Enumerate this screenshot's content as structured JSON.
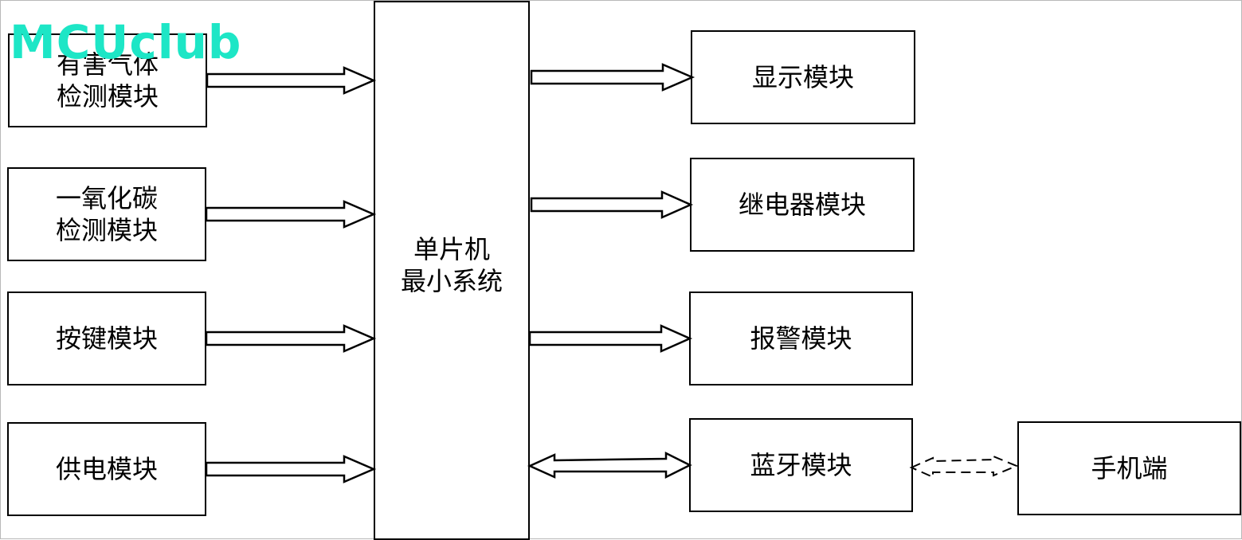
{
  "watermark": "MCUclub",
  "inputs": [
    {
      "line1": "有害气体",
      "line2": "检测模块"
    },
    {
      "line1": "一氧化碳",
      "line2": "检测模块"
    },
    {
      "line1": "按键模块",
      "line2": ""
    },
    {
      "line1": "供电模块",
      "line2": ""
    }
  ],
  "mcu": {
    "line1": "单片机",
    "line2": "最小系统"
  },
  "outputs": [
    {
      "label": "显示模块"
    },
    {
      "label": "继电器模块"
    },
    {
      "label": "报警模块"
    },
    {
      "label": "蓝牙模块"
    }
  ],
  "phone": {
    "label": "手机端"
  },
  "colors": {
    "watermark": "#1de6c6",
    "stroke": "#000000",
    "background": "#ffffff",
    "frame": "#b8b8b8"
  }
}
